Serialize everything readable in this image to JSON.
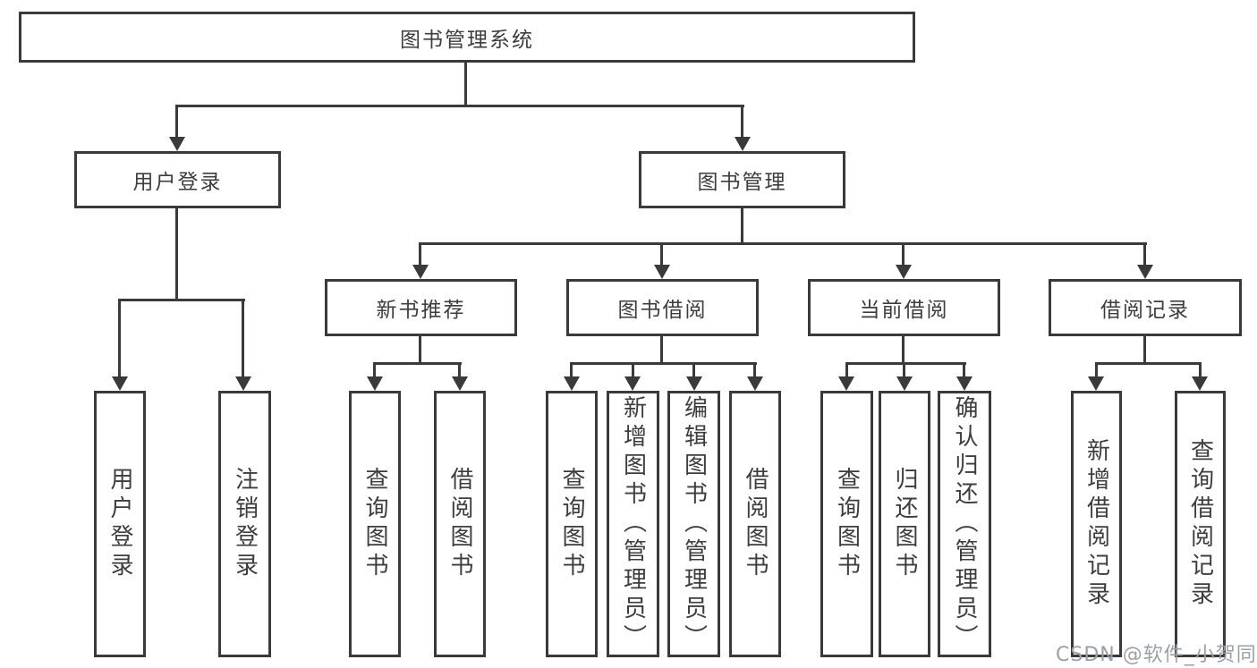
{
  "watermark": "CSDN @软件_小贺同学",
  "colors": {
    "line": "#3a3a3a",
    "text": "#3d3d3d",
    "watermark": "#9aa0a8"
  },
  "tree": {
    "label": "图书管理系统",
    "children": [
      {
        "label": "用户登录",
        "children": [
          {
            "label": "用户登录"
          },
          {
            "label": "注销登录"
          }
        ]
      },
      {
        "label": "图书管理",
        "children": [
          {
            "label": "新书推荐",
            "children": [
              {
                "label": "查询图书"
              },
              {
                "label": "借阅图书"
              }
            ]
          },
          {
            "label": "图书借阅",
            "children": [
              {
                "label": "查询图书"
              },
              {
                "label": "新增图书（管理员）"
              },
              {
                "label": "编辑图书（管理员）"
              },
              {
                "label": "借阅图书"
              }
            ]
          },
          {
            "label": "当前借阅",
            "children": [
              {
                "label": "查询图书"
              },
              {
                "label": "归还图书"
              },
              {
                "label": "确认归还（管理员）"
              }
            ]
          },
          {
            "label": "借阅记录",
            "children": [
              {
                "label": "新增借阅记录"
              },
              {
                "label": "查询借阅记录"
              }
            ]
          }
        ]
      }
    ]
  }
}
